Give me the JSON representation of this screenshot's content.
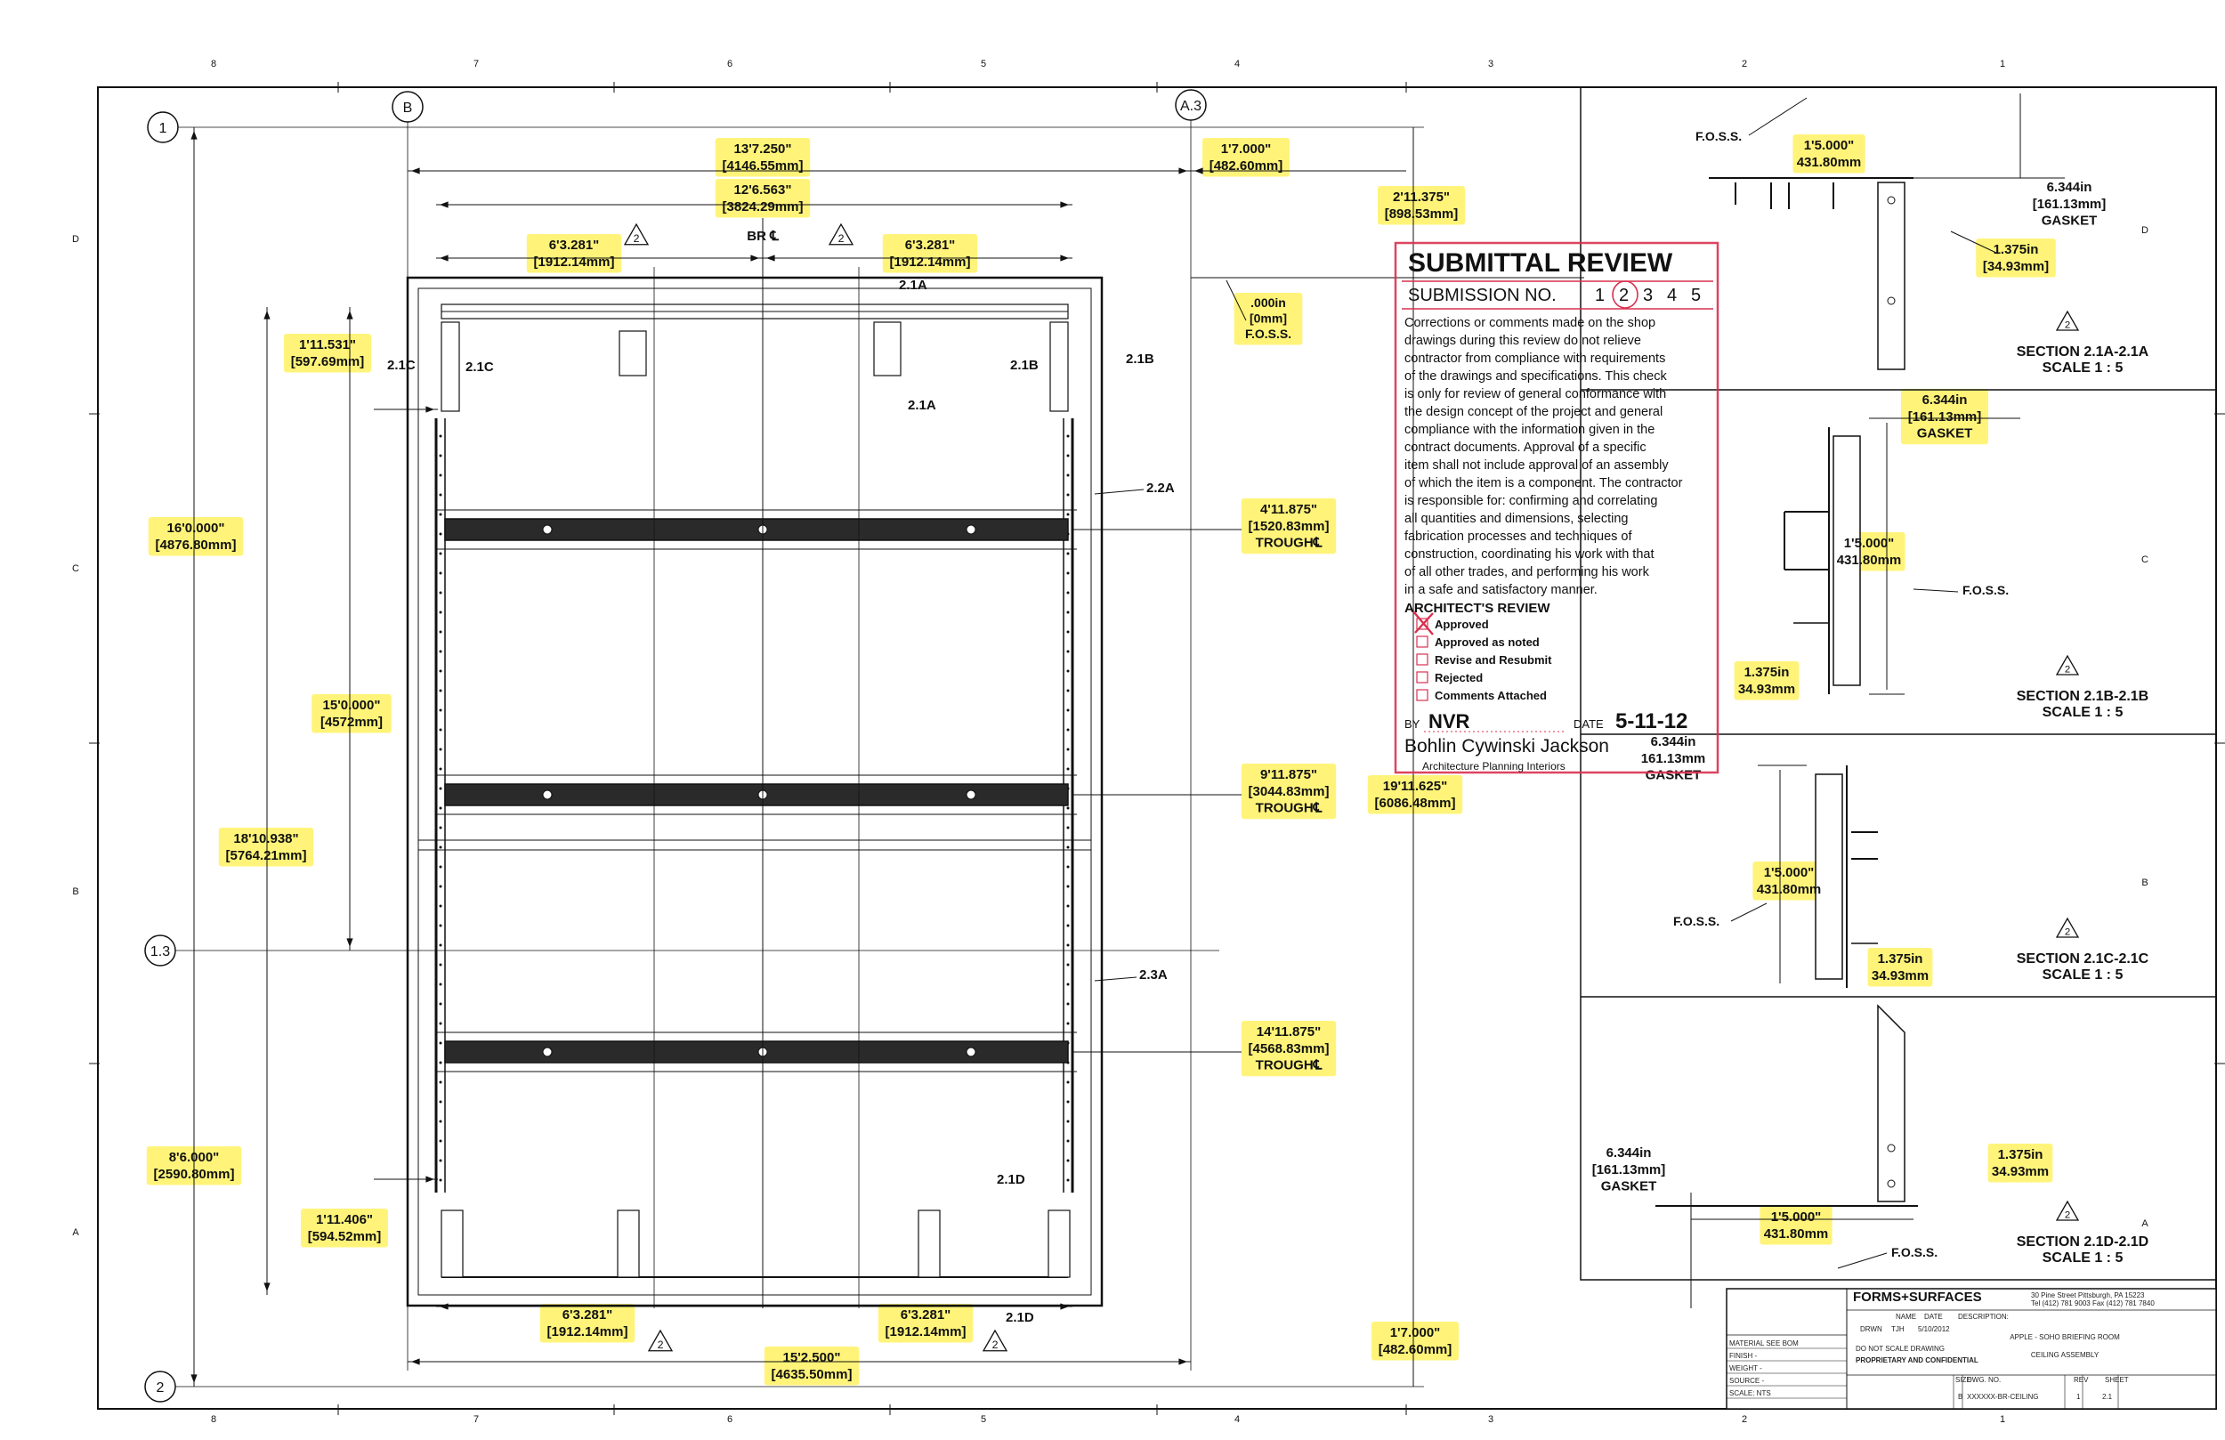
{
  "grid": {
    "top_numbers": [
      "8",
      "7",
      "6",
      "5",
      "4",
      "3",
      "2",
      "1"
    ],
    "side_letters": [
      "D",
      "C",
      "B",
      "A"
    ],
    "bubbles": [
      "1",
      "B",
      "A.3",
      "1.3",
      "2"
    ]
  },
  "plan": {
    "dims": {
      "top_overall": [
        "13'7.250\"",
        "[4146.55mm]"
      ],
      "top_inner": [
        "12'6.563\"",
        "[3824.29mm]"
      ],
      "br_cl": "BR ℄",
      "top_left_half": [
        "6'3.281\"",
        "[1912.14mm]"
      ],
      "top_right_half": [
        "6'3.281\"",
        "[1912.14mm]"
      ],
      "top_right_offset": [
        "1'7.000\"",
        "[482.60mm]"
      ],
      "right_top_height": [
        "2'11.375\"",
        "[898.53mm]"
      ],
      "foss_top": [
        ".000in",
        "[0mm]",
        "F.O.S.S."
      ],
      "left_1_11": [
        "1'11.531\"",
        "[597.69mm]"
      ],
      "left_16": [
        "16'0.000\"",
        "[4876.80mm]"
      ],
      "left_15": [
        "15'0.000\"",
        "[4572mm]"
      ],
      "left_18": [
        "18'10.938\"",
        "[5764.21mm]"
      ],
      "left_8": [
        "8'6.000\"",
        "[2590.80mm]"
      ],
      "left_1_11b": [
        "1'11.406\"",
        "[594.52mm]"
      ],
      "trough1": [
        "4'11.875\"",
        "[1520.83mm]",
        "TROUGH℄"
      ],
      "trough2": [
        "9'11.875\"",
        "[3044.83mm]",
        "TROUGH℄"
      ],
      "trough3": [
        "14'11.875\"",
        "[4568.83mm]",
        "TROUGH℄"
      ],
      "right_19": [
        "19'11.625\"",
        "[6086.48mm]"
      ],
      "bottom_left_half": [
        "6'3.281\"",
        "[1912.14mm]"
      ],
      "bottom_right_half": [
        "6'3.281\"",
        "[1912.14mm]"
      ],
      "bottom_overall": [
        "15'2.500\"",
        "[4635.50mm]"
      ],
      "bottom_right_offset": [
        "1'7.000\"",
        "[482.60mm]"
      ]
    },
    "callouts": {
      "c21a_top": "2.1A",
      "c21a_bot": "2.1A",
      "c21b_l": "2.1B",
      "c21b_r": "2.1B",
      "c21c_l": "2.1C",
      "c21c_r": "2.1C",
      "c22a": "2.2A",
      "c23a": "2.3A",
      "c21d_top": "2.1D",
      "c21d_bot": "2.1D"
    },
    "rev_mark": "2"
  },
  "stamp": {
    "title": "SUBMITTAL REVIEW",
    "submission_label": "SUBMISSION NO.",
    "submission_numbers": [
      "1",
      "2",
      "3",
      "4",
      "5"
    ],
    "body": [
      "Corrections or comments made on the shop",
      "drawings during this review do not relieve",
      "contractor from compliance with requirements",
      "of the drawings and specifications.  This check",
      "is only for review of general conformance with",
      "the design concept of the project and general",
      "compliance with the information given in the",
      "contract documents.  Approval of a specific",
      "item shall not include approval of an assembly",
      "of which the item is a component. The contractor",
      "is responsible for: confirming and correlating",
      "all quantities and dimensions, selecting",
      "fabrication processes and techniques of",
      "construction, coordinating his work with that",
      "of all other trades, and performing his work",
      "in a safe and satisfactory manner."
    ],
    "review_heading": "ARCHITECT'S REVIEW",
    "options": [
      "Approved",
      "Approved as noted",
      "Revise and Resubmit",
      "Rejected",
      "Comments Attached"
    ],
    "checked_index": 0,
    "by_label": "BY",
    "by_value": "NVR",
    "date_label": "DATE",
    "date_value": "5-11-12",
    "firm": "Bohlin  Cywinski  Jackson",
    "firm_sub": "Architecture  Planning  Interiors"
  },
  "sections": [
    {
      "title": "SECTION 2.1A-2.1A",
      "scale": "SCALE 1 : 5",
      "labels": {
        "foss": "F.O.S.S.",
        "d1": [
          "1'5.000\"",
          "431.80mm"
        ],
        "d2": [
          "6.344in",
          "[161.13mm]",
          "GASKET"
        ],
        "d3": [
          "1.375in",
          "[34.93mm]"
        ]
      }
    },
    {
      "title": "SECTION 2.1B-2.1B",
      "scale": "SCALE 1 : 5",
      "labels": {
        "foss": "F.O.S.S.",
        "d1": [
          "1'5.000\"",
          "431.80mm"
        ],
        "d2": [
          "6.344in",
          "[161.13mm]",
          "GASKET"
        ],
        "d3": [
          "1.375in",
          "34.93mm"
        ]
      }
    },
    {
      "title": "SECTION 2.1C-2.1C",
      "scale": "SCALE 1 : 5",
      "labels": {
        "foss": "F.O.S.S.",
        "d1": [
          "1'5.000\"",
          "431.80mm"
        ],
        "d2": [
          "6.344in",
          "161.13mm",
          "GASKET"
        ],
        "d3": [
          "1.375in",
          "34.93mm"
        ]
      }
    },
    {
      "title": "SECTION 2.1D-2.1D",
      "scale": "SCALE 1 : 5",
      "labels": {
        "foss": "F.O.S.S.",
        "d1": [
          "1'5.000\"",
          "431.80mm"
        ],
        "d2": [
          "6.344in",
          "[161.13mm]",
          "GASKET"
        ],
        "d3": [
          "1.375in",
          "34.93mm"
        ]
      }
    }
  ],
  "title_block": {
    "company": "FORMS+SURFACES",
    "address": "30 Pine Street Pittsburgh, PA 15223",
    "phone": "Tel (412) 781 9003  Fax (412) 781 7840",
    "name_label": "NAME",
    "date_label": "DATE",
    "drawn_label": "DRWN",
    "drawn_by": "TJH",
    "drawn_date": "5/10/2012",
    "description_label": "DESCRIPTION:",
    "description_1": "APPLE - SOHO BRIEFING ROOM",
    "description_2": "CEILING ASSEMBLY",
    "do_not_scale": "DO NOT SCALE DRAWING",
    "proprietary": "PROPRIETARY AND CONFIDENTIAL",
    "size_label": "SIZE",
    "size": "B",
    "dwg_label": "DWG.  NO.",
    "dwg_no": "XXXXXX-BR-CEILING",
    "rev_label": "REV",
    "rev": "1",
    "sheet_label": "SHEET",
    "sheet": "2.1",
    "left_rows": [
      "MATERIAL SEE BOM",
      "FINISH -",
      "WEIGHT -",
      "SOURCE -",
      "SCALE: NTS"
    ]
  }
}
